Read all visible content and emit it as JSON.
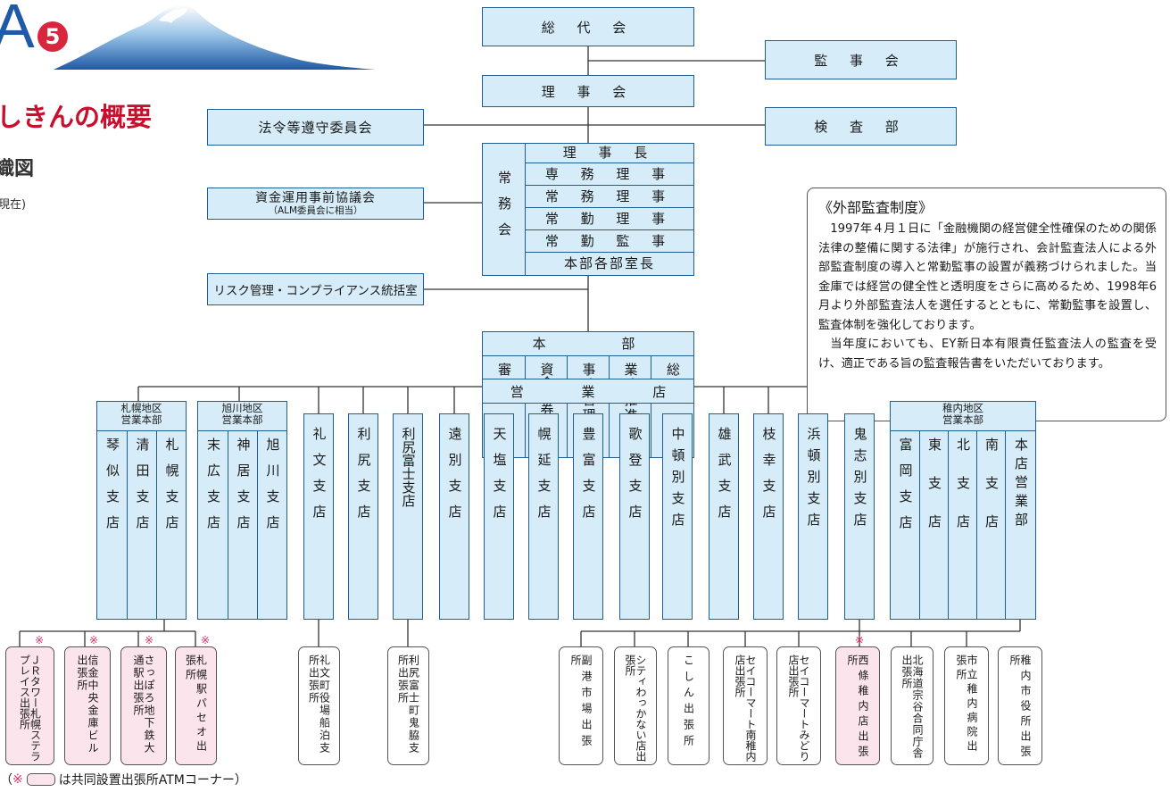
{
  "header": {
    "letter": "A",
    "badge_number": "5",
    "subtitle": "しきんの概要",
    "section": "織図",
    "date_fragment": "現在)"
  },
  "org": {
    "soudaikai": "総 代 会",
    "kanjikai": "監 事 会",
    "rijikai": "理 事 会",
    "houreitou": "法令等遵守委員会",
    "kensabu": "検 査 部",
    "shikin_unyou": "資金運用事前協議会",
    "shikin_unyou_sub": "（ALM委員会に相当）",
    "risk": "リスク管理・コンプライアンス統括室",
    "joumukai": "常務会",
    "joumu_rows": [
      "理 事 長",
      "専 務 理 事",
      "常 務 理 事",
      "常 勤 理 事",
      "常 勤 監 事",
      "本部各部室長"
    ],
    "honbu": "本 部",
    "honbu_depts": [
      "審査部",
      "資金証券部",
      "事務管理部",
      "業務推進部",
      "総務部"
    ],
    "eigyouten": "営 業 店",
    "sapporo_area": "札幌地区\n営業本部",
    "asahikawa_area": "旭川地区\n営業本部",
    "wakkanai_area": "稚内地区\n営業本部",
    "sapporo_branches": [
      "琴似支店",
      "清田支店",
      "札幌支店"
    ],
    "asahikawa_branches": [
      "末広支店",
      "神居支店",
      "旭川支店"
    ],
    "single_branches": [
      "礼文支店",
      "利尻支店",
      "利尻富士支店",
      "遠別支店",
      "天塩支店",
      "幌延支店",
      "豊富支店",
      "歌登支店",
      "中頓別支店",
      "雄武支店",
      "枝幸支店",
      "浜頓別支店",
      "鬼志別支店"
    ],
    "wakkanai_branches": [
      "富岡支店",
      "東支店",
      "北支店",
      "南支店",
      "本店営業部"
    ]
  },
  "offices": [
    "ＪＲタワー札幌ステラプレイス出張所",
    "信金中央金庫ビル出張所",
    "さっぽろ地下鉄大通駅出張所",
    "札幌駅パセオ出張所",
    "礼文町役場船泊支所出張所",
    "利尻富士町鬼脇支所出張所",
    "副港市場出張所",
    "シティわっかない店出張所",
    "こしん出張所",
    "セイコーマート南稚内店出張所",
    "セイコーマートみどり店出張所",
    "西條稚内店出張所",
    "北海道宗谷合同庁舎出張所",
    "市立稚内病院出張所",
    "稚内市役所出張所"
  ],
  "asterisk_mark": "※",
  "footnote": {
    "prefix": "（",
    "mark": "※",
    "text": "は共同設置出張所ATMコーナー）"
  },
  "note": {
    "title": "《外部監査制度》",
    "paragraph1": "1997年４月１日に「金融機関の経営健全性確保のための関係法律の整備に関する法律」が施行され、会計監査法人による外部監査制度の導入と常勤監事の設置が義務づけられました。当金庫では経営の健全性と透明度をさらに高めるため、1998年6月より外部監査法人を選任するとともに、常勤監事を設置し、監査体制を強化しております。",
    "paragraph2": "当年度においても、EY新日本有限責任監査法人の監査を受け、適正である旨の監査報告書をいただいております。"
  },
  "colors": {
    "box_fill": "#d6ecf8",
    "box_border": "#1f5f94",
    "title_red": "#c8102e",
    "pink_fill": "#fbe4ec",
    "asterisk": "#e0306a"
  }
}
